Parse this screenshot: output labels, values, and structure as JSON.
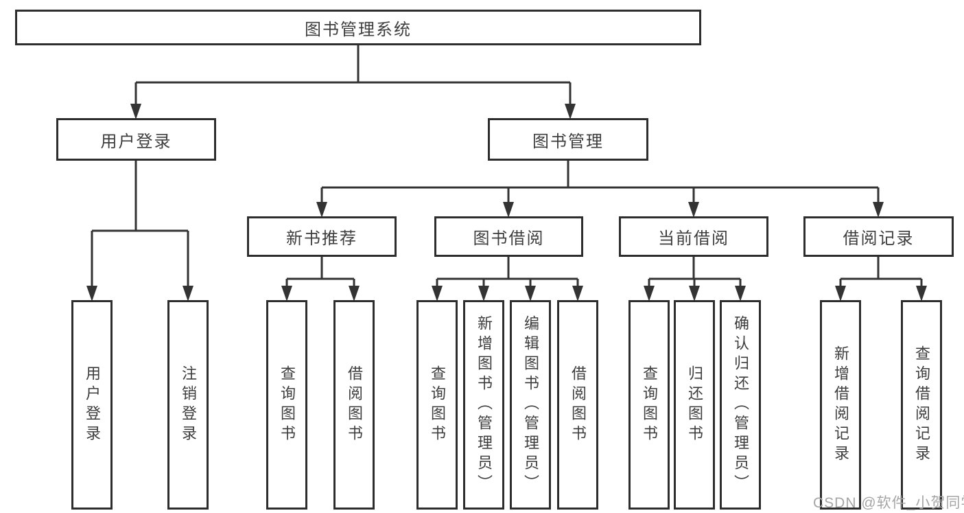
{
  "tree": {
    "label": "图书管理系统",
    "children": [
      {
        "label": "用户登录",
        "children": [
          {
            "label": "用户登录"
          },
          {
            "label": "注销登录"
          }
        ]
      },
      {
        "label": "图书管理",
        "children": [
          {
            "label": "新书推荐",
            "children": [
              {
                "label": "查询图书"
              },
              {
                "label": "借阅图书"
              }
            ]
          },
          {
            "label": "图书借阅",
            "children": [
              {
                "label": "查询图书"
              },
              {
                "label": "新增图书（管理员）"
              },
              {
                "label": "编辑图书（管理员）"
              },
              {
                "label": "借阅图书"
              }
            ]
          },
          {
            "label": "当前借阅",
            "children": [
              {
                "label": "查询图书"
              },
              {
                "label": "归还图书"
              },
              {
                "label": "确认归还（管理员）"
              }
            ]
          },
          {
            "label": "借阅记录",
            "children": [
              {
                "label": "新增借阅记录"
              },
              {
                "label": "查询借阅记录"
              }
            ]
          }
        ]
      }
    ]
  },
  "watermark": {
    "text": "CSDN @软件_小贺同学"
  },
  "colors": {
    "line": "#333333",
    "box_border": "#2d2d2d",
    "text": "#3d3d3d",
    "watermark": "#a6a6a6",
    "background": "#ffffff"
  }
}
